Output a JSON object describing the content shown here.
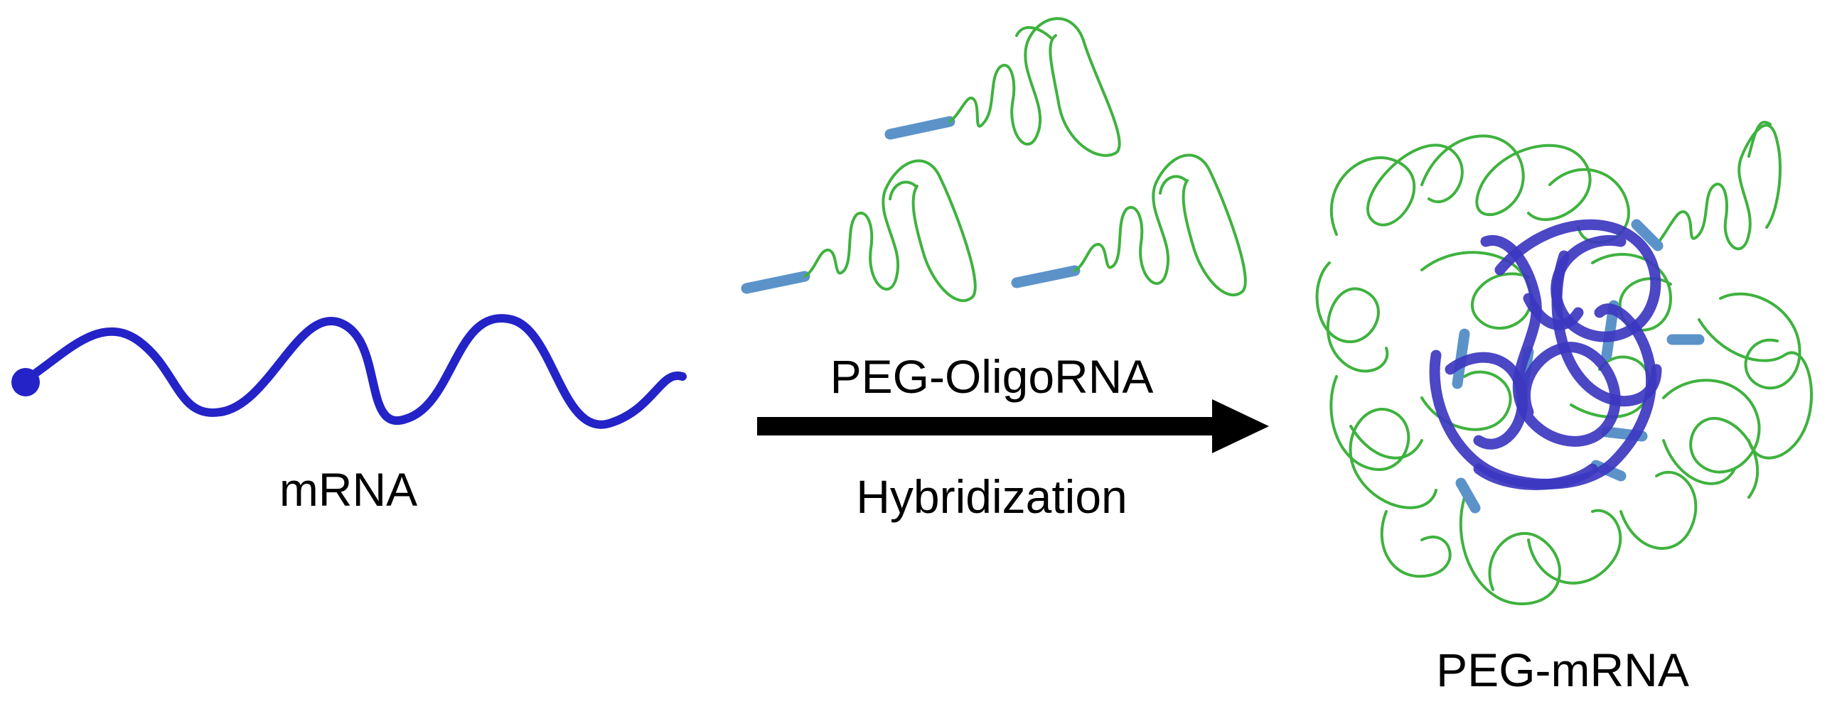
{
  "labels": {
    "mrna": "mRNA",
    "peg_oligo": "PEG-OligoRNA",
    "hybridization": "Hybridization",
    "peg_mrna": "PEG-mRNA"
  },
  "colors": {
    "mrna_strand": "#2323c8",
    "peg_chain": "#3fb23f",
    "oligo_segment": "#5b93c9",
    "arrow": "#000000",
    "text": "#000000"
  }
}
